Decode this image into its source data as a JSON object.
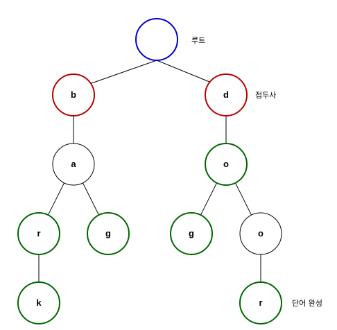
{
  "colors": {
    "root": "#0000cc",
    "prefix": "#b80000",
    "complete": "#006600",
    "plain": "#000000",
    "edge": "#000000"
  },
  "labels": {
    "root": "루트",
    "prefix": "접두사",
    "complete": "단어 완성"
  },
  "nodes": [
    {
      "id": "root",
      "text": "",
      "kind": "root"
    },
    {
      "id": "b",
      "text": "b",
      "kind": "prefix"
    },
    {
      "id": "d",
      "text": "d",
      "kind": "prefix"
    },
    {
      "id": "ba",
      "text": "a",
      "kind": "plain"
    },
    {
      "id": "do",
      "text": "o",
      "kind": "complete"
    },
    {
      "id": "bar",
      "text": "r",
      "kind": "complete"
    },
    {
      "id": "bag",
      "text": "g",
      "kind": "complete"
    },
    {
      "id": "dog",
      "text": "g",
      "kind": "complete"
    },
    {
      "id": "doo",
      "text": "o",
      "kind": "plain"
    },
    {
      "id": "bark",
      "text": "k",
      "kind": "complete"
    },
    {
      "id": "door",
      "text": "r",
      "kind": "complete"
    }
  ],
  "edges": [
    [
      "root",
      "b"
    ],
    [
      "root",
      "d"
    ],
    [
      "b",
      "ba"
    ],
    [
      "d",
      "do"
    ],
    [
      "ba",
      "bar"
    ],
    [
      "ba",
      "bag"
    ],
    [
      "do",
      "dog"
    ],
    [
      "do",
      "doo"
    ],
    [
      "bar",
      "bark"
    ],
    [
      "doo",
      "door"
    ]
  ]
}
